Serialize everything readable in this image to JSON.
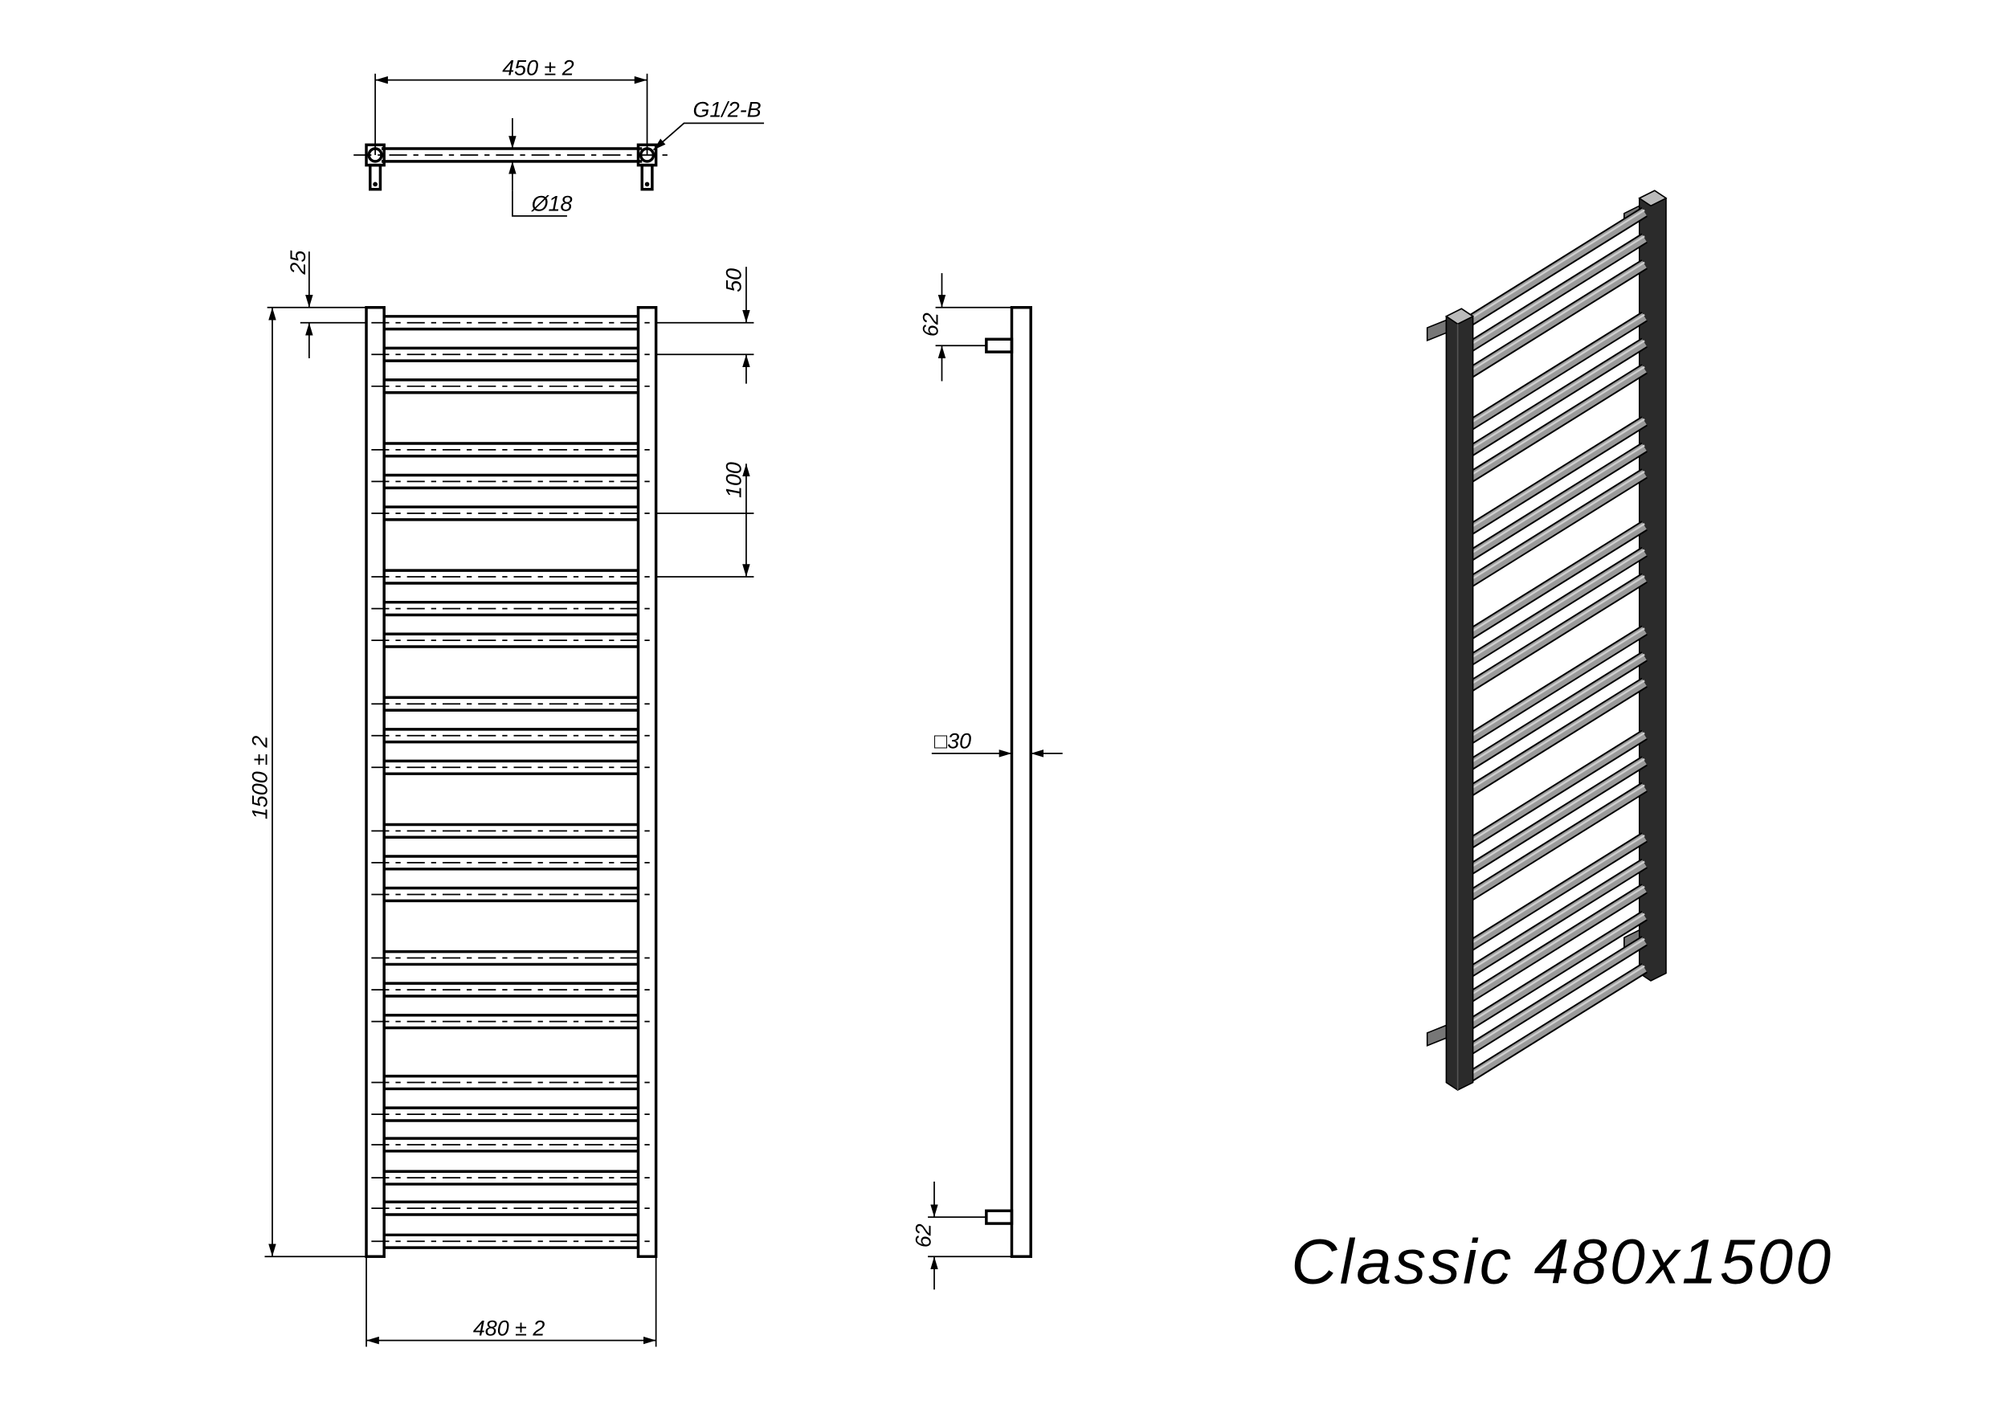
{
  "top_view": {
    "width_dim": "450 ± 2",
    "thread": "G1/2-B",
    "tube_diameter": "Ø18"
  },
  "front_view": {
    "top_offset": "25",
    "bar_spacing_small": "50",
    "bar_spacing_large": "100",
    "height_dim": "1500 ± 2",
    "width_dim": "480 ± 2"
  },
  "side_view": {
    "top_mount": "62",
    "post_section": "□30",
    "bottom_mount": "62"
  },
  "title": "Classic 480x1500",
  "colors": {
    "line": "#000000",
    "render_dark": "#2b2b2b",
    "render_bar": "#9a9a9a"
  }
}
